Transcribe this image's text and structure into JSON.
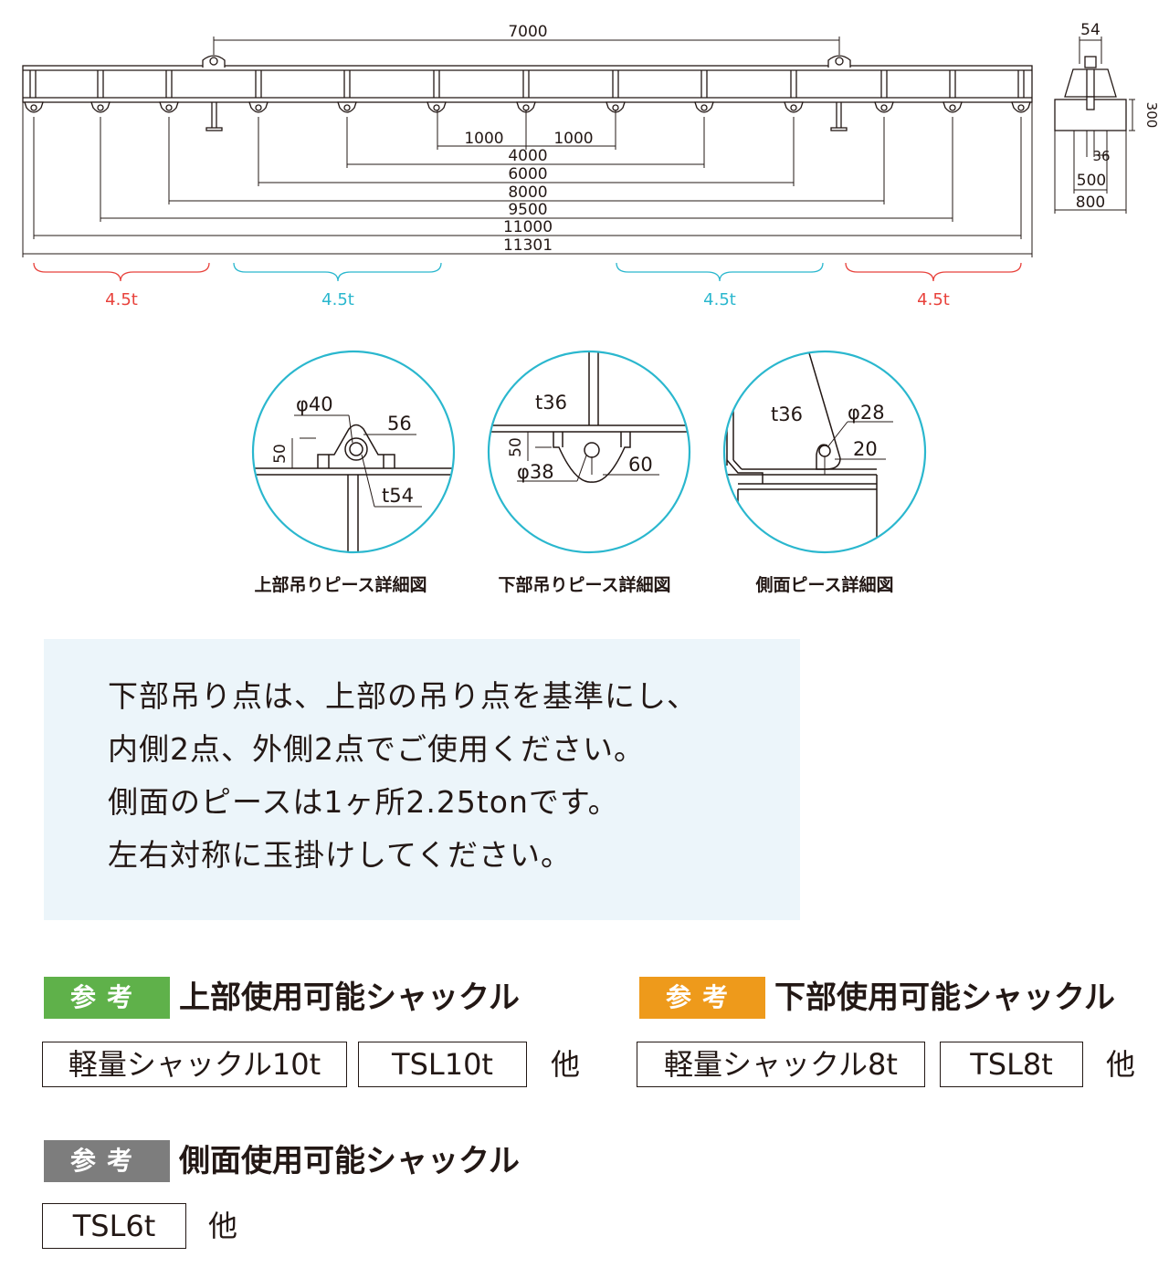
{
  "colors": {
    "red": "#e8423c",
    "cyan": "#2ab7ce",
    "green": "#5fb14a",
    "orange": "#ee9a1b",
    "gray": "#7d7d7d",
    "note_bg": "#ecf5fa",
    "line": "#231815"
  },
  "main_drawing": {
    "top_span": "7000",
    "inner_dims": [
      "1000",
      "1000"
    ],
    "dims": [
      "4000",
      "6000",
      "8000",
      "9500",
      "11000",
      "11301"
    ],
    "loads": [
      "4.5t",
      "4.5t",
      "4.5t",
      "4.5t"
    ]
  },
  "side_view": {
    "top_width": "54",
    "height": "300",
    "post": "36",
    "inner_width": "500",
    "outer_width": "800"
  },
  "details": [
    {
      "caption": "上部吊りピース詳細図",
      "labels": [
        "φ40",
        "56",
        "50",
        "t54"
      ]
    },
    {
      "caption": "下部吊りピース詳細図",
      "labels": [
        "t36",
        "50",
        "φ38",
        "60"
      ]
    },
    {
      "caption": "側面ピース詳細図",
      "labels": [
        "t36",
        "φ28",
        "20"
      ]
    }
  ],
  "note": {
    "lines": [
      "下部吊り点は、上部の吊り点を基準にし、",
      "内側2点、外側2点でご使用ください。",
      "側面のピースは1ヶ所2.25tonです。",
      "左右対称に玉掛けしてください。"
    ]
  },
  "references": [
    {
      "badge": "参考",
      "title": "上部使用可能シャックル",
      "items": [
        "軽量シャックル10t",
        "TSL10t"
      ],
      "etc": "他"
    },
    {
      "badge": "参考",
      "title": "下部使用可能シャックル",
      "items": [
        "軽量シャックル8t",
        "TSL8t"
      ],
      "etc": "他"
    },
    {
      "badge": "参考",
      "title": "側面使用可能シャックル",
      "items": [
        "TSL6t"
      ],
      "etc": "他"
    }
  ]
}
